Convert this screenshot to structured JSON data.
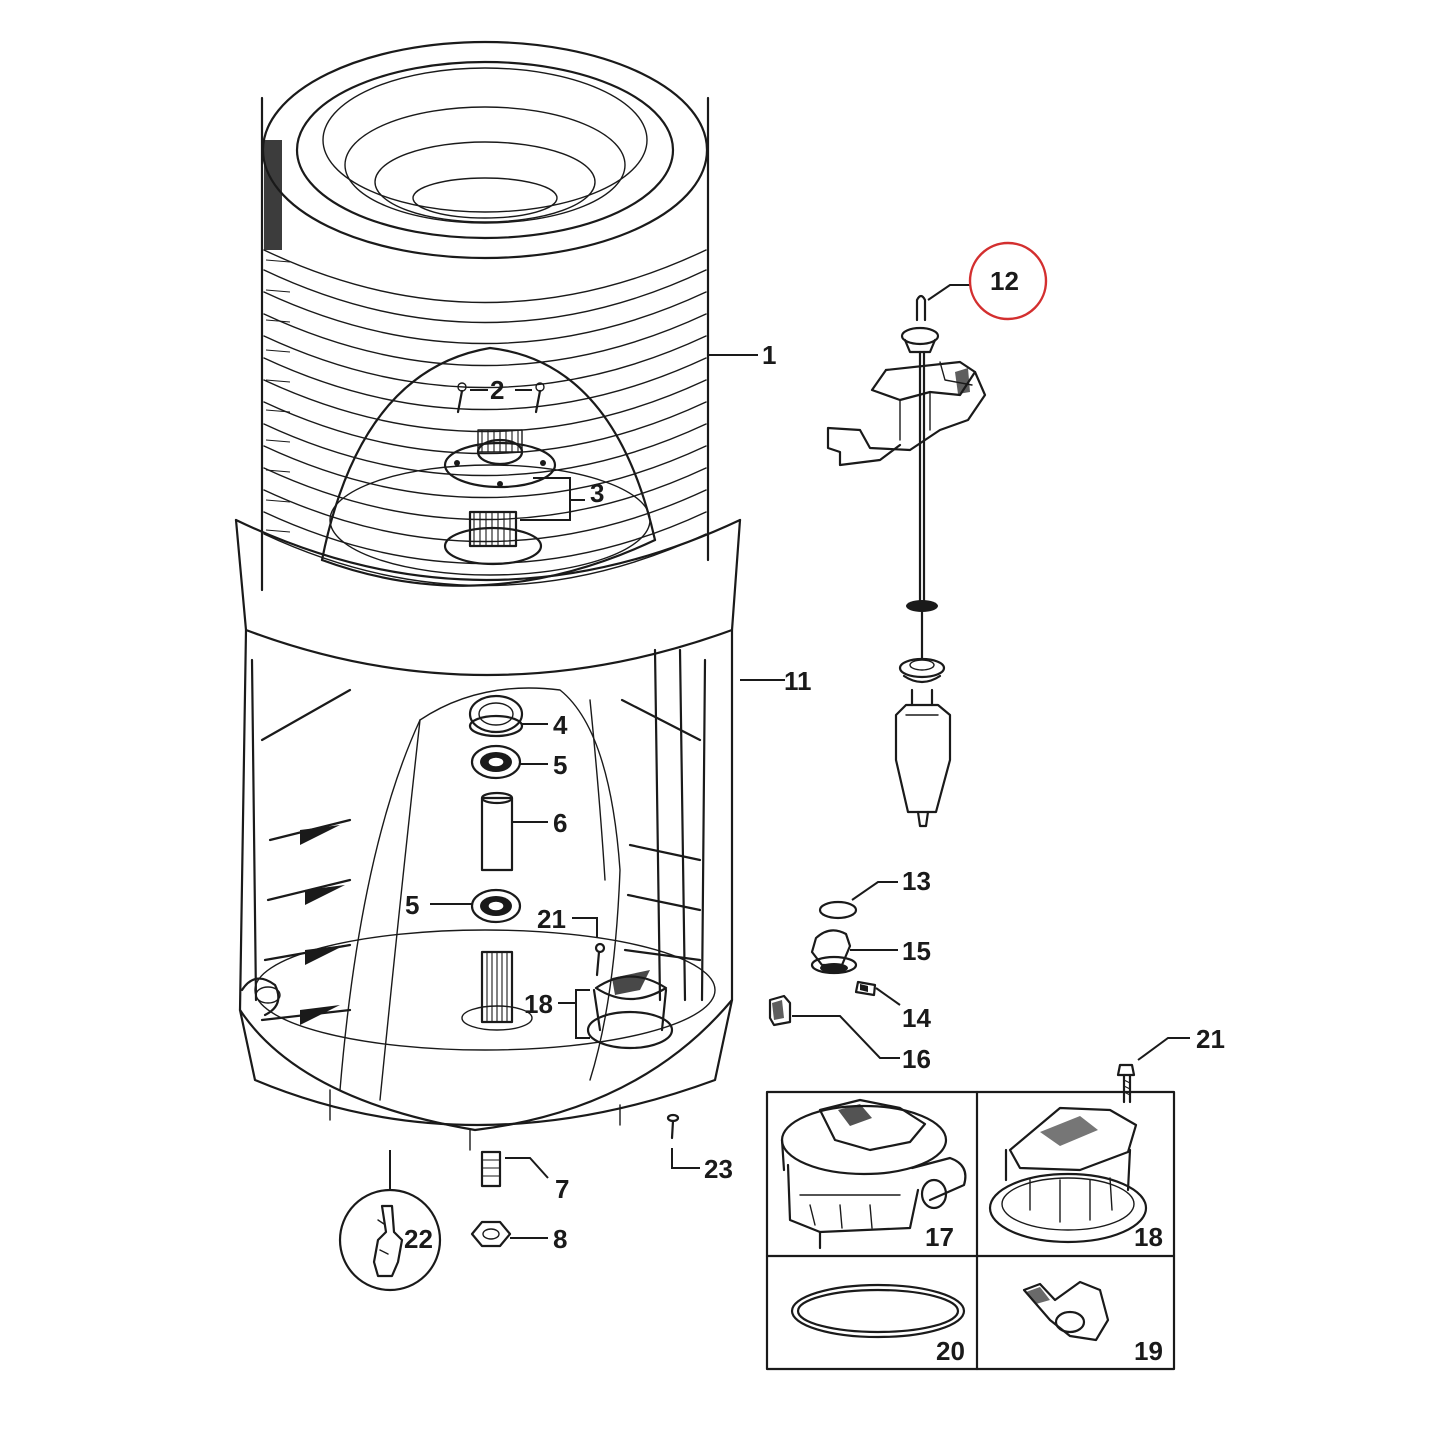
{
  "diagram": {
    "highlight_color": "#d32f2f",
    "highlighted_part": "12",
    "callouts": {
      "c1": "1",
      "c2": "2",
      "c3": "3",
      "c4": "4",
      "c5a": "5",
      "c5b": "5",
      "c6": "6",
      "c7": "7",
      "c8": "8",
      "c11": "11",
      "c12": "12",
      "c13": "13",
      "c14": "14",
      "c15": "15",
      "c16": "16",
      "c18a": "18",
      "c21a": "21",
      "c21b": "21",
      "c22": "22",
      "c23": "23",
      "k17": "17",
      "k18": "18",
      "k19": "19",
      "k20": "20"
    }
  }
}
